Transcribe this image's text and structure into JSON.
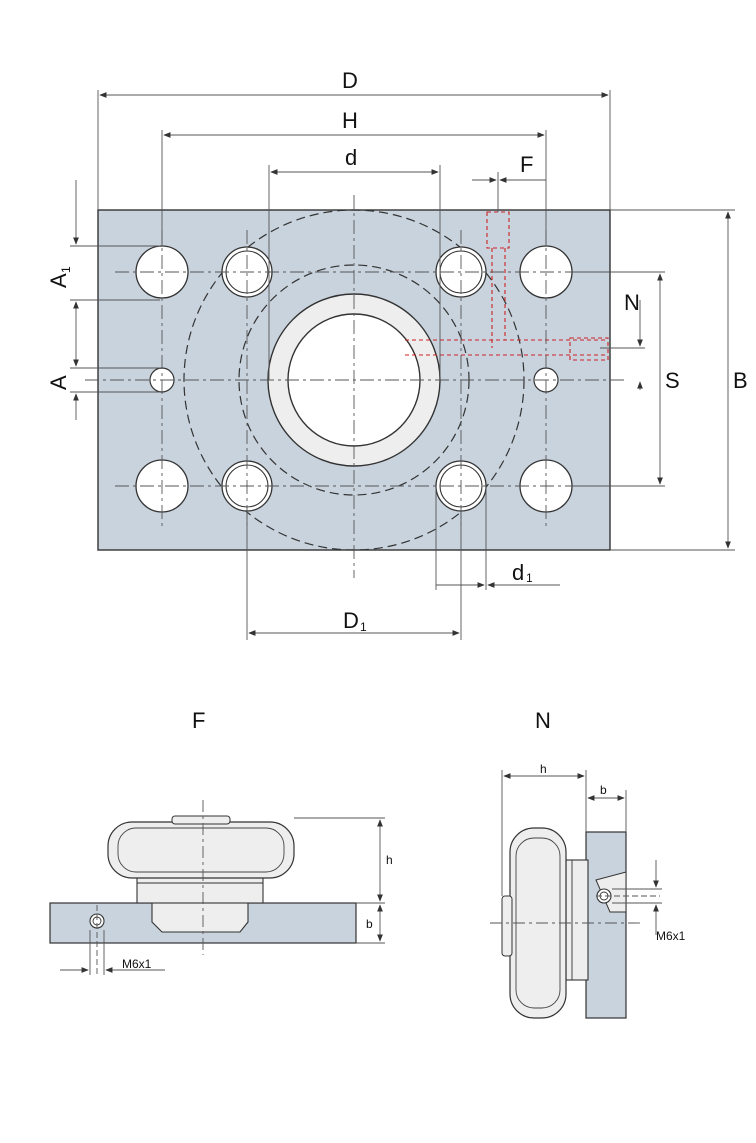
{
  "colors": {
    "plate": "#c8d3dd",
    "plate_stroke": "#333333",
    "line": "#333333",
    "dim_line": "#555555",
    "hidden_red": "#cc2222",
    "hole_fill": "#ffffff",
    "flange_fill": "#eeeeee",
    "flange_stroke": "#444444"
  },
  "top_view": {
    "labels": {
      "D": "D",
      "H": "H",
      "d": "d",
      "F": "F",
      "A1_main": "A",
      "A1_sub": "1",
      "A": "A",
      "N": "N",
      "S": "S",
      "B": "B",
      "d1_main": "d",
      "d1_sub": "1",
      "D1_main": "D",
      "D1_sub": "1"
    }
  },
  "view_F": {
    "title": "F",
    "h_label": "h",
    "b_label": "b",
    "thread_label": "M6x1"
  },
  "view_N": {
    "title": "N",
    "h_label": "h",
    "b_label": "b",
    "thread_label": "M6x1"
  }
}
